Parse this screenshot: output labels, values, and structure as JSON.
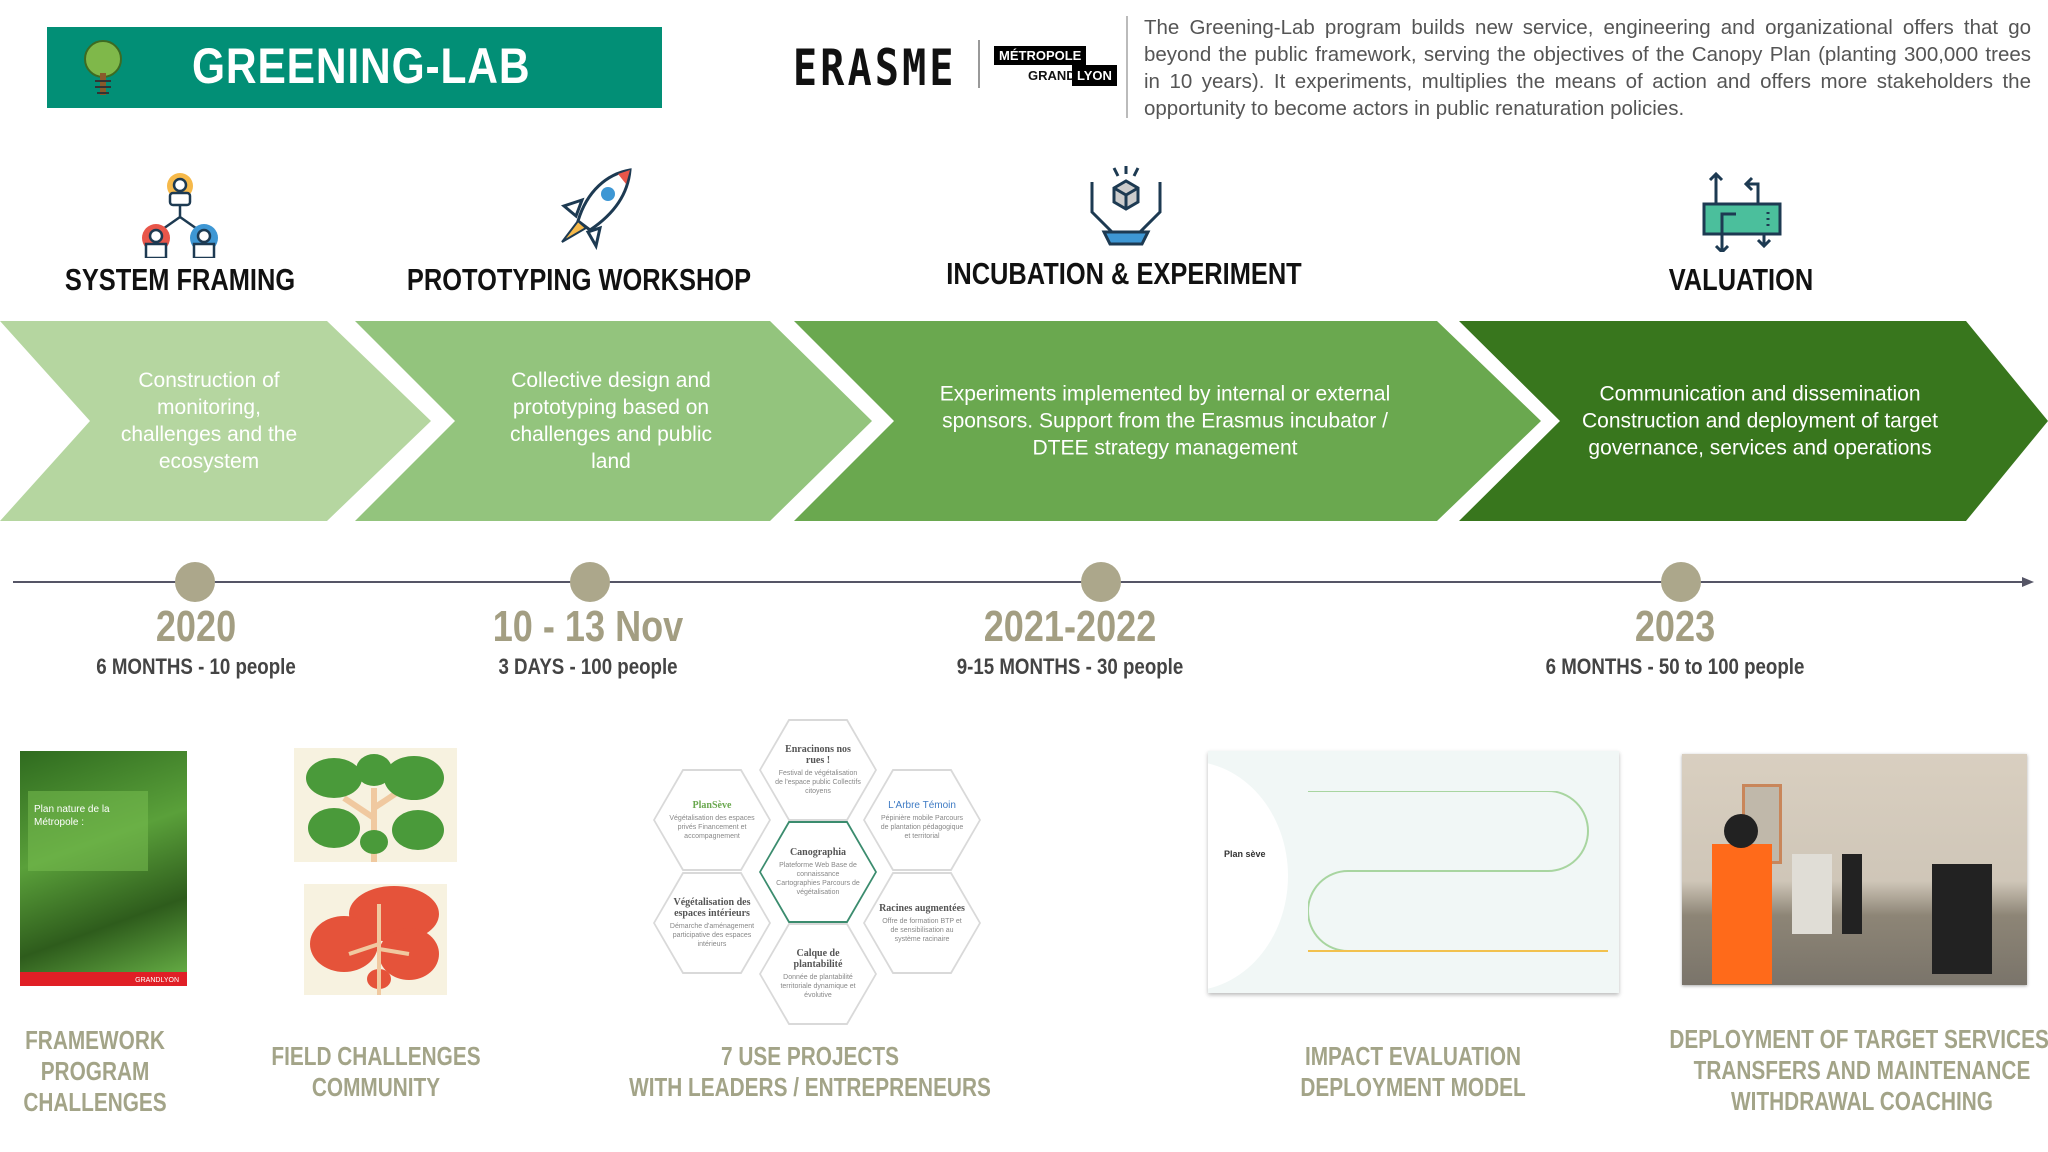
{
  "header": {
    "title": "GREENING-LAB",
    "partner_logo": "ERASME",
    "metropole_logo": {
      "line1": "MÉTROPOLE",
      "line2a": "GRAND",
      "line2b": "LYON"
    },
    "intro": "The Greening-Lab program builds new service, engineering and organizational offers that go beyond the public framework, serving the objectives of the Canopy Plan (planting 300,000 trees in 10 years). It experiments, multiplies the means of action and offers more stakeholders the opportunity to become actors in public renaturation policies."
  },
  "colors": {
    "banner": "#028f76",
    "phase1": "#b5d6a0",
    "phase2": "#93c47d",
    "phase3": "#6aa84f",
    "phase4": "#38761d",
    "timeline_dot": "#aca78b",
    "caption": "#a3a488"
  },
  "phases": [
    {
      "title": "SYSTEM FRAMING",
      "icon": "people-hierarchy-icon",
      "text": "Construction of monitoring, challenges and the ecosystem",
      "year": "2020",
      "detail": "6 MONTHS - 10 people"
    },
    {
      "title": "PROTOTYPING WORKSHOP",
      "icon": "rocket-icon",
      "text": "Collective design and prototyping based on challenges and public land",
      "year": "10 - 13 Nov",
      "detail": "3 DAYS - 100 people"
    },
    {
      "title": "INCUBATION & EXPERIMENT",
      "icon": "hands-box-icon",
      "text": "Experiments implemented by internal or external sponsors. Support from the Erasmus incubator / DTEE strategy management",
      "year": "2021-2022",
      "detail": "9-15 MONTHS - 30 people"
    },
    {
      "title": "VALUATION",
      "icon": "transfer-arrows-icon",
      "text": "Communication and dissemination Construction and deployment of target governance, services and operations",
      "year": "2023",
      "detail": "6 MONTHS - 50 to 100 people"
    }
  ],
  "cover": {
    "title": "Plan nature de la Métropole :",
    "brand": "GRANDLYON"
  },
  "impact": {
    "title": "Plan sève"
  },
  "hexagons": [
    {
      "title": "Enracinons nos rues !",
      "desc": "Festival de végétalisation de l'espace public Collectifs citoyens"
    },
    {
      "title": "PlanSève",
      "desc": "Végétalisation des espaces privés Financement et accompagnement"
    },
    {
      "title": "L'Arbre Témoin",
      "desc": "Pépinière mobile Parcours de plantation pédagogique et territorial"
    },
    {
      "title": "Canographia",
      "desc": "Plateforme Web Base de connaissance Cartographies Parcours de végétalisation"
    },
    {
      "title": "Végétalisation des espaces intérieurs",
      "desc": "Démarche d'aménagement participative des espaces intérieurs"
    },
    {
      "title": "Racines augmentées",
      "desc": "Offre de formation BTP et de sensibilisation au système racinaire"
    },
    {
      "title": "Calque de plantabilité",
      "desc": "Donnée de plantabilité territoriale dynamique et évolutive"
    }
  ],
  "captions": [
    [
      "FRAMEWORK",
      "PROGRAM",
      "CHALLENGES"
    ],
    [
      "FIELD CHALLENGES",
      "COMMUNITY"
    ],
    [
      "7 USE PROJECTS",
      "WITH LEADERS / ENTREPRENEURS"
    ],
    [
      "IMPACT EVALUATION",
      "DEPLOYMENT MODEL"
    ],
    [
      "DEPLOYMENT OF TARGET SERVICES,",
      "TRANSFERS AND MAINTENANCE",
      "WITHDRAWAL COACHING"
    ]
  ]
}
